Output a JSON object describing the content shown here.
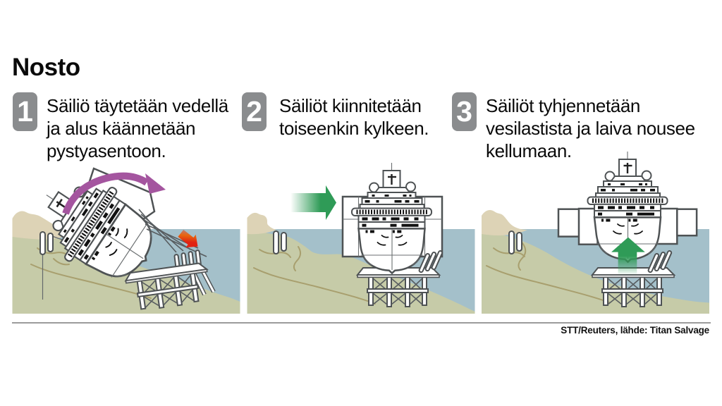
{
  "title": "Nosto",
  "steps": [
    {
      "number": "1",
      "text": "Säiliö täytetään vedellä\nja alus käännetään\npystyasentoon."
    },
    {
      "number": "2",
      "text": "Säiliöt kiinnitetään\ntoiseenkin kylkeen."
    },
    {
      "number": "3",
      "text": "Säiliöt tyhjennetään\nvesilastista ja laiva nousee\nkellumaan."
    }
  ],
  "footer": {
    "credit": "STT/Reuters, lähde: Titan Salvage"
  },
  "colors": {
    "water": "#a4c0ca",
    "ground": "#c6cba8",
    "sand": "#ddd3b6",
    "contour": "#a89f6e",
    "outline": "#4e5254",
    "badge": "#8a8c8e",
    "purple": "#a4559f",
    "green": "#2f9b57",
    "red": "#e02313"
  }
}
